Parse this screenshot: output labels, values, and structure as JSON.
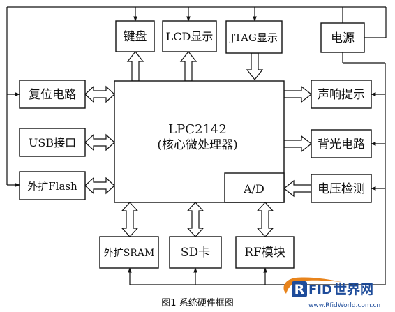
{
  "diagram": {
    "cpu": {
      "line1": "LPC2142",
      "line2": "(核心微处理器)"
    },
    "ad_label": "A/D",
    "blocks": {
      "keyboard": "键盘",
      "lcd": "LCD显示",
      "jtag": "JTAG显示",
      "power": "电源",
      "reset": "复位电路",
      "usb": "USB接口",
      "flash": "外扩Flash",
      "buzzer": "声响提示",
      "backlight": "背光电路",
      "voltage": "电压检测",
      "sram": "外扩SRAM",
      "sd": "SD卡",
      "rf": "RF模块"
    }
  },
  "caption": "图1 系统硬件框图",
  "watermark": {
    "logo_letters": "FID",
    "logo_title": "世界网",
    "url": "www.RfidWorld.com.cn",
    "colors": {
      "orange": "#e8841c",
      "blue": "#1e4c9a"
    }
  }
}
